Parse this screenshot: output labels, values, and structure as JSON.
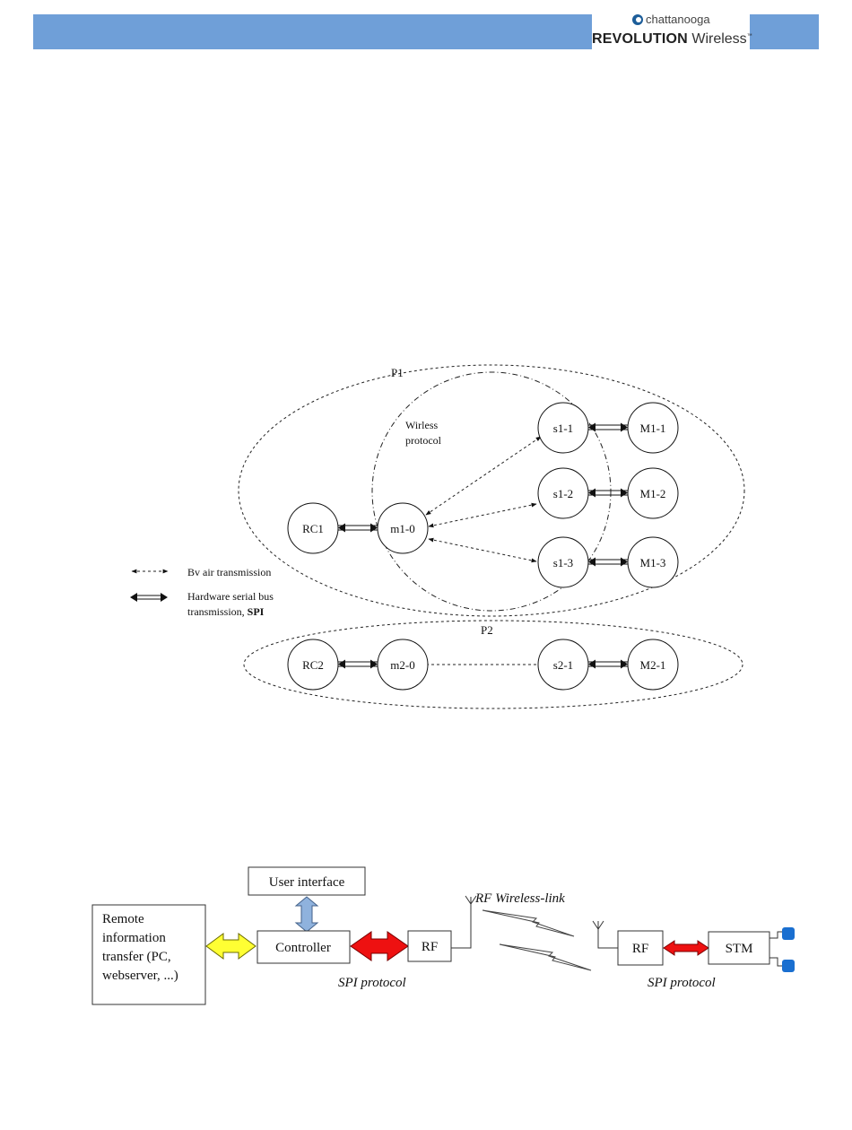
{
  "header": {
    "brand_top": "chattanooga",
    "brand_main": "REVOLUTION",
    "brand_sub": "Wireless",
    "brand_tm": "™",
    "accent_color": "#6f9fd8"
  },
  "network_diagram": {
    "group_p1": "P1",
    "group_p2": "P2",
    "protocol_label_line1": "Wirless",
    "protocol_label_line2": "protocol",
    "nodes": {
      "rc1": "RC1",
      "m1_0": "m1-0",
      "s1_1": "s1-1",
      "s1_2": "s1-2",
      "s1_3": "s1-3",
      "M1_1": "M1-1",
      "M1_2": "M1-2",
      "M1_3": "M1-3",
      "rc2": "RC2",
      "m2_0": "m2-0",
      "s2_1": "s2-1",
      "M2_1": "M2-1"
    },
    "legend": {
      "air": "Bv air transmission",
      "serial_line1": "Hardware serial bus",
      "serial_line2_prefix": "transmission, ",
      "serial_line2_bold": "SPI"
    }
  },
  "block_diagram": {
    "user_interface": "User interface",
    "remote_line1": "Remote",
    "remote_line2": "information",
    "remote_line3": "transfer (PC,",
    "remote_line4": "webserver, ...)",
    "controller": "Controller",
    "rf_left": "RF",
    "rf_right": "RF",
    "stm": "STM",
    "spi_left": "SPI protocol",
    "spi_right": "SPI protocol",
    "wireless_link": "RF Wireless-link",
    "colors": {
      "yellow_arrow": "#ffff33",
      "red_arrow": "#ee1111",
      "blue_arrow": "#8fb2dd",
      "connector": "#1a6fd0"
    }
  }
}
